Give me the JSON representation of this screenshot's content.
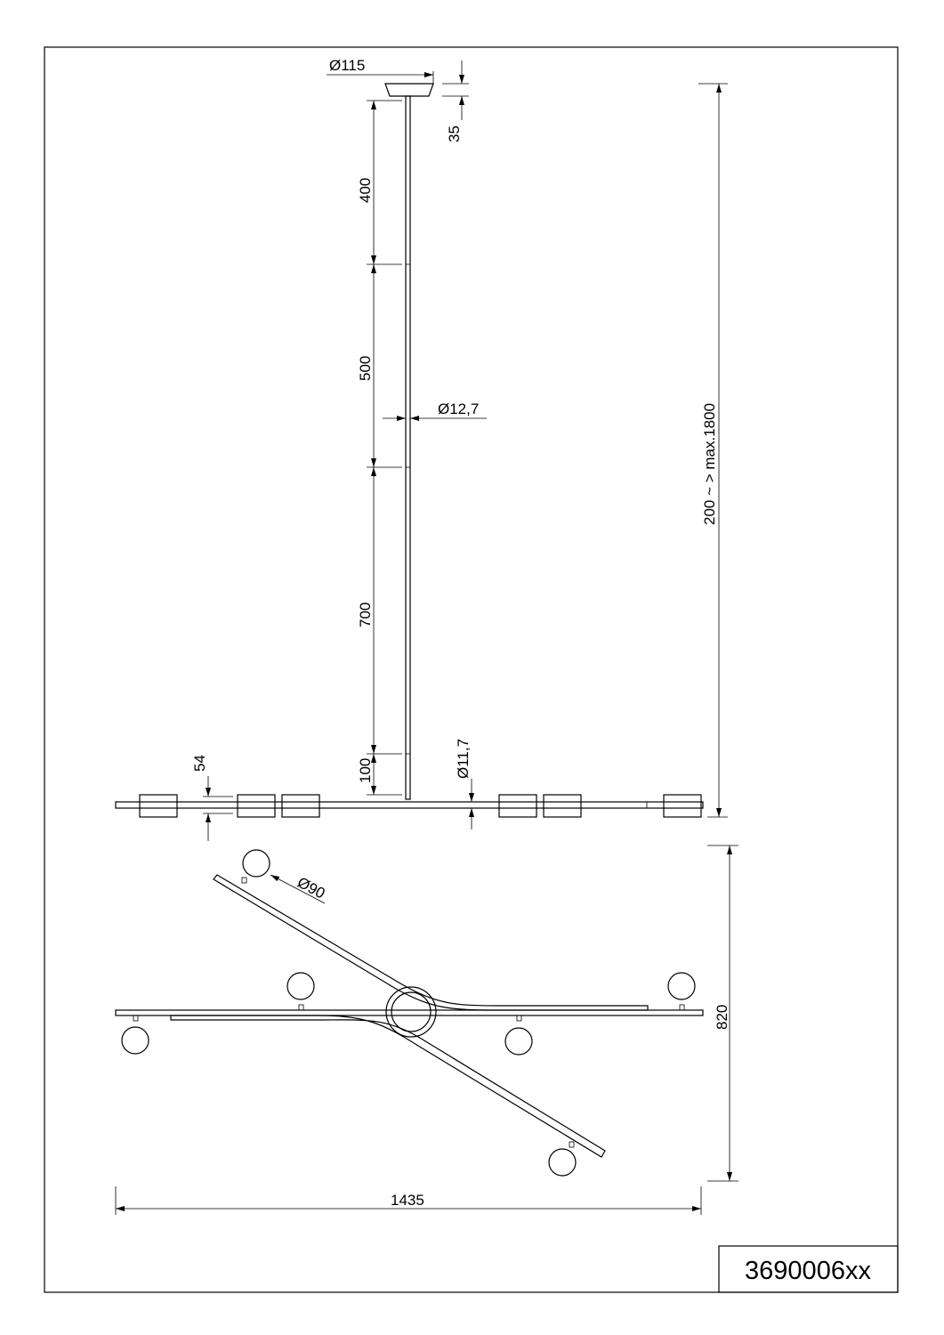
{
  "drawing": {
    "article_number": "3690006xx",
    "dimensions": {
      "canopy_diameter": "Ø115",
      "canopy_height": "35",
      "rod_segment_1": "400",
      "rod_segment_2": "500",
      "rod_segment_3": "700",
      "rod_segment_4": "100",
      "rod_diameter": "Ø12,7",
      "bar_diameter": "Ø11,7",
      "total_height": "200 ~ > max.1800",
      "shade_height": "54",
      "globe_diameter": "Ø90",
      "top_view_depth": "820",
      "total_width": "1435"
    }
  }
}
